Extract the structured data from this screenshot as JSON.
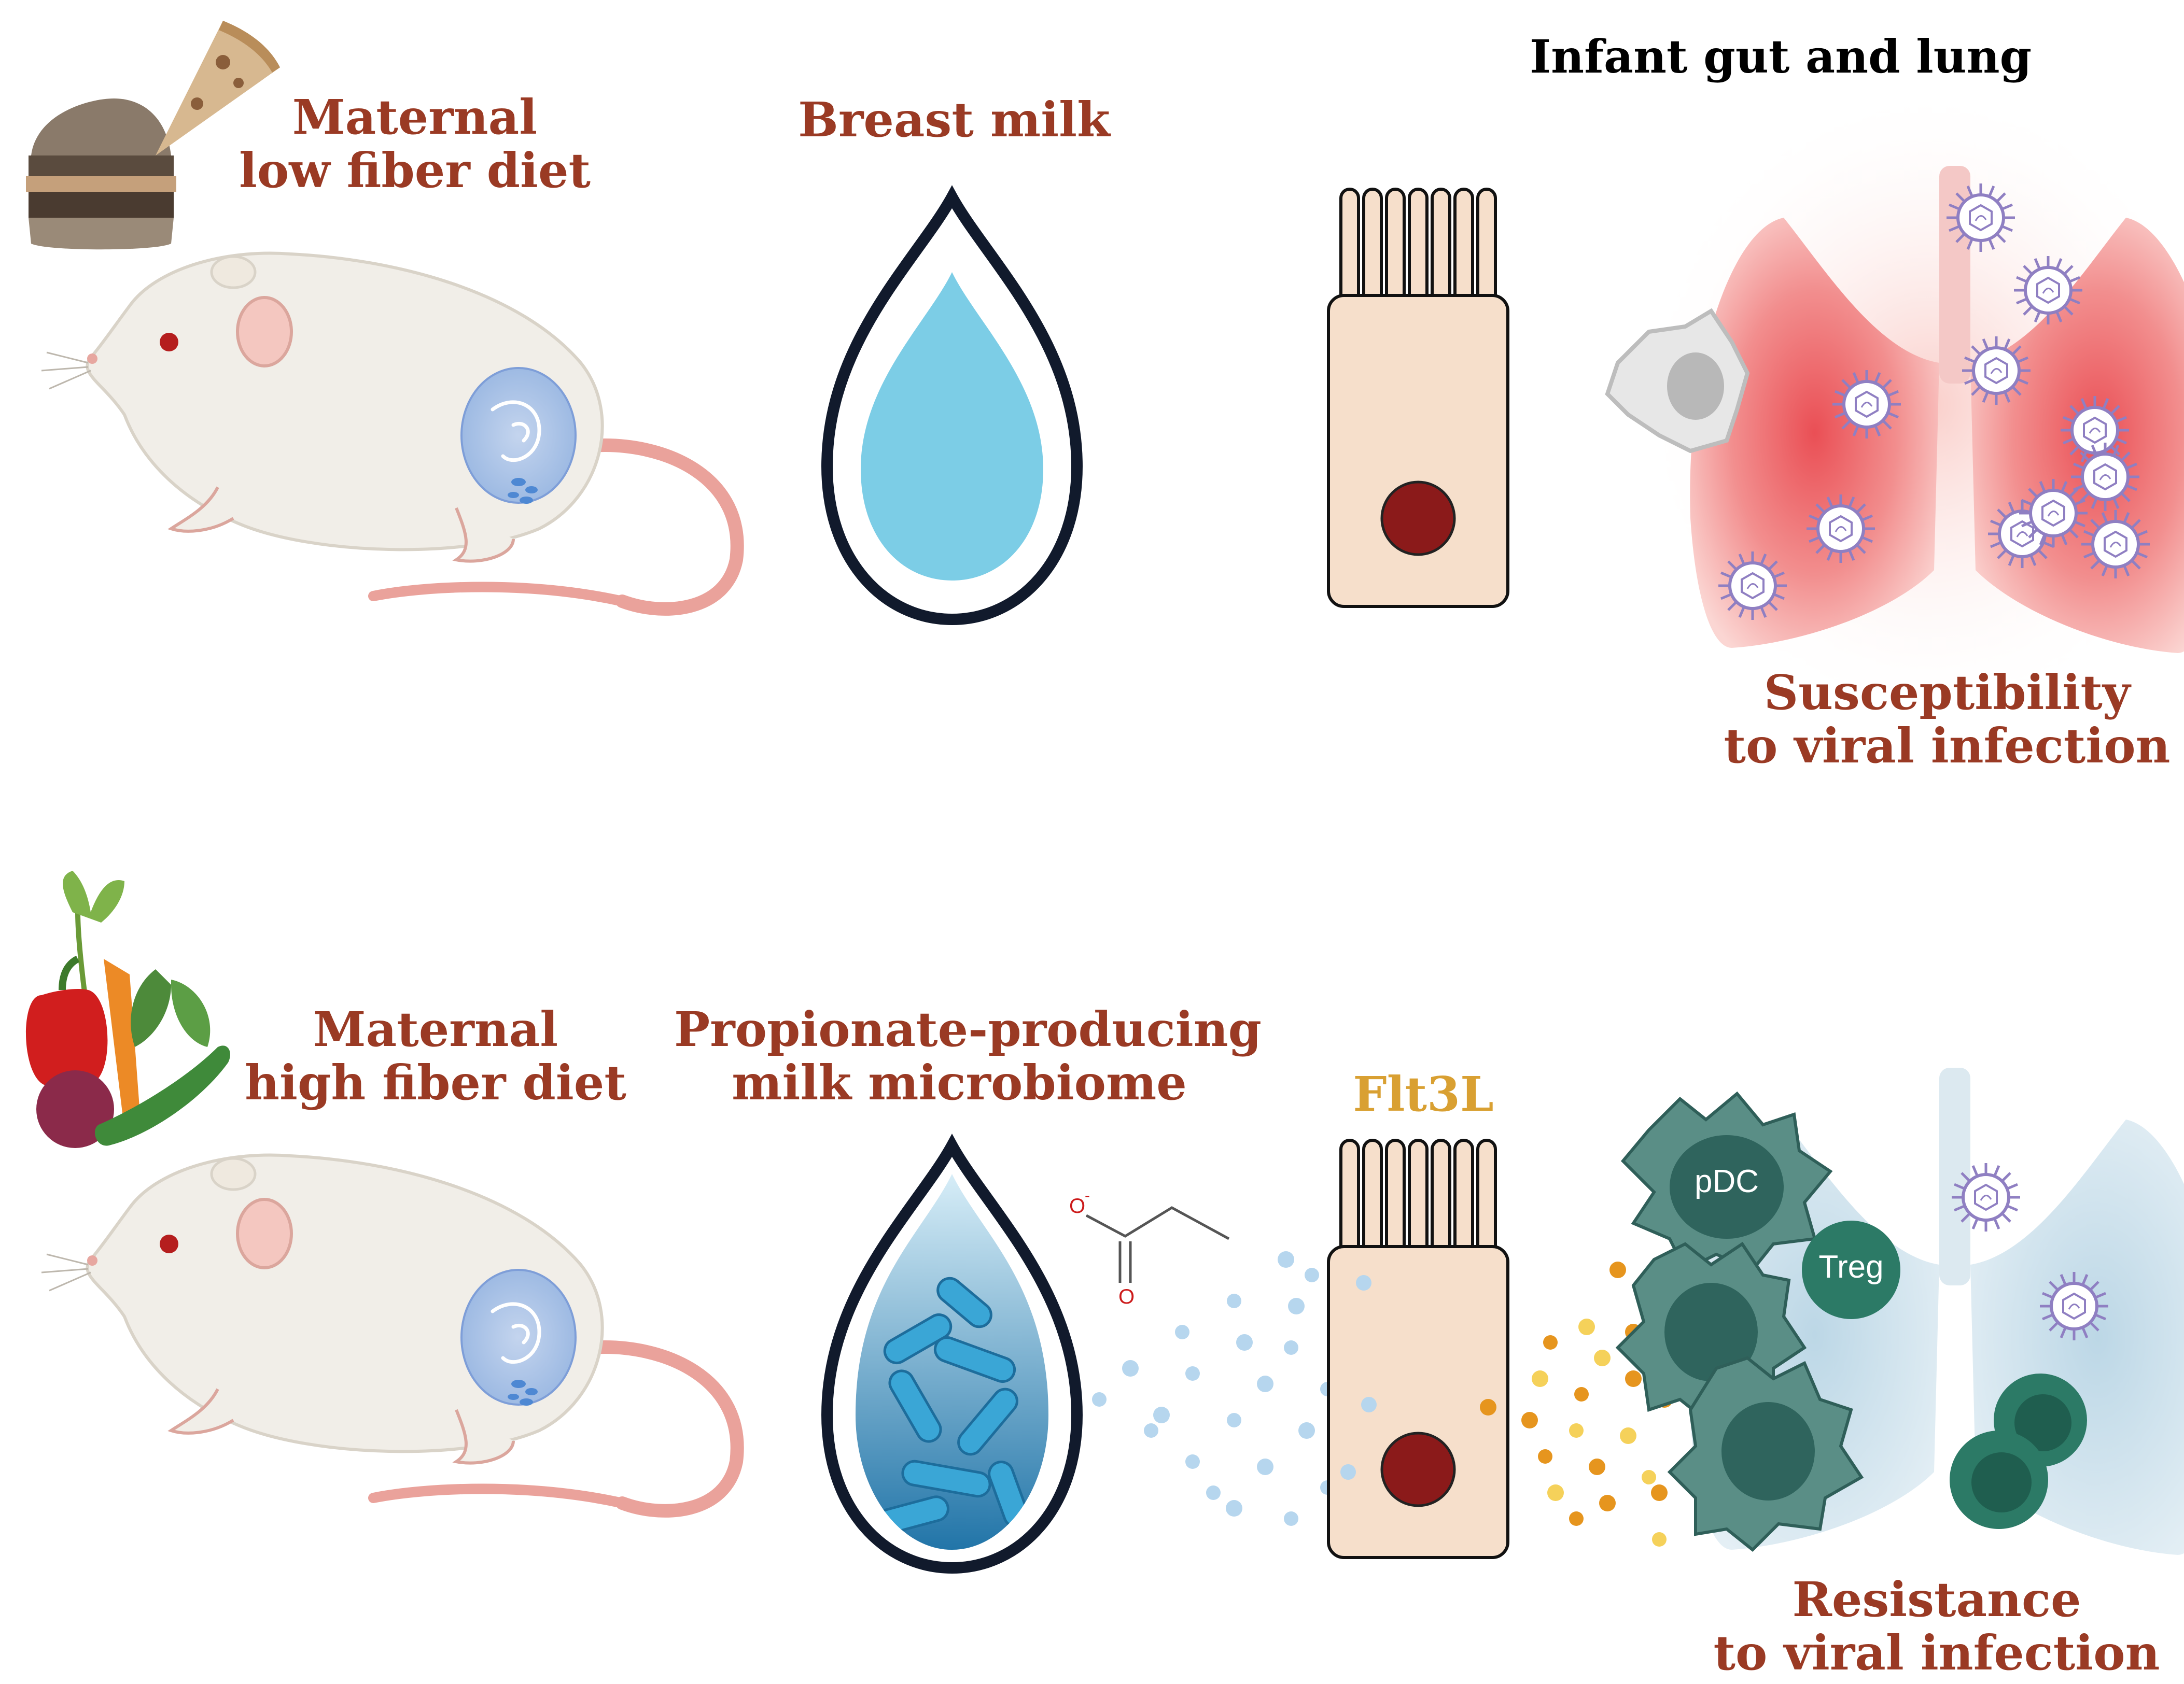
{
  "header": {
    "title": "Infant gut and lung"
  },
  "rows": {
    "low_fiber": {
      "diet_label": [
        "Maternal",
        "low fiber diet"
      ],
      "milk_label": "Breast milk",
      "outcome_label": [
        "Susceptibility",
        "to viral infection"
      ]
    },
    "high_fiber": {
      "diet_label": [
        "Maternal",
        "high fiber diet"
      ],
      "milk_label": [
        "Propionate-producing",
        "milk microbiome"
      ],
      "cytokine_label": "Flt3L",
      "outcome_label": [
        "Resistance",
        "to viral infection"
      ],
      "cell_labels": {
        "pdc": "pDC",
        "treg": "Treg"
      },
      "molecule_atoms": {
        "o_minus": "O",
        "charge": "-",
        "o_double": "O"
      }
    }
  },
  "icons": {
    "food_low": [
      "burger-icon",
      "pizza-icon"
    ],
    "food_high": [
      "bell-pepper-icon",
      "carrot-icon",
      "beet-icon",
      "cucumber-icon"
    ],
    "mouse": "pregnant-mouse-icon",
    "milk_drop": "milk-drop-icon",
    "enterocyte": "enterocyte-cell-icon",
    "lung": "lung-icon",
    "virus": "virus-icon",
    "dendritic_cell": "dendritic-cell-icon"
  },
  "colors": {
    "label_red": "#9a3a24",
    "label_gold": "#d9a032",
    "milk_blue": "#7ccde6",
    "nucleus": "#8b1a1a",
    "cell_fill": "#f6dfcb",
    "lung_inflamed": "#f08a8a",
    "lung_healthy": "#cfe3ee",
    "immune_teal": "#3e7c75"
  }
}
